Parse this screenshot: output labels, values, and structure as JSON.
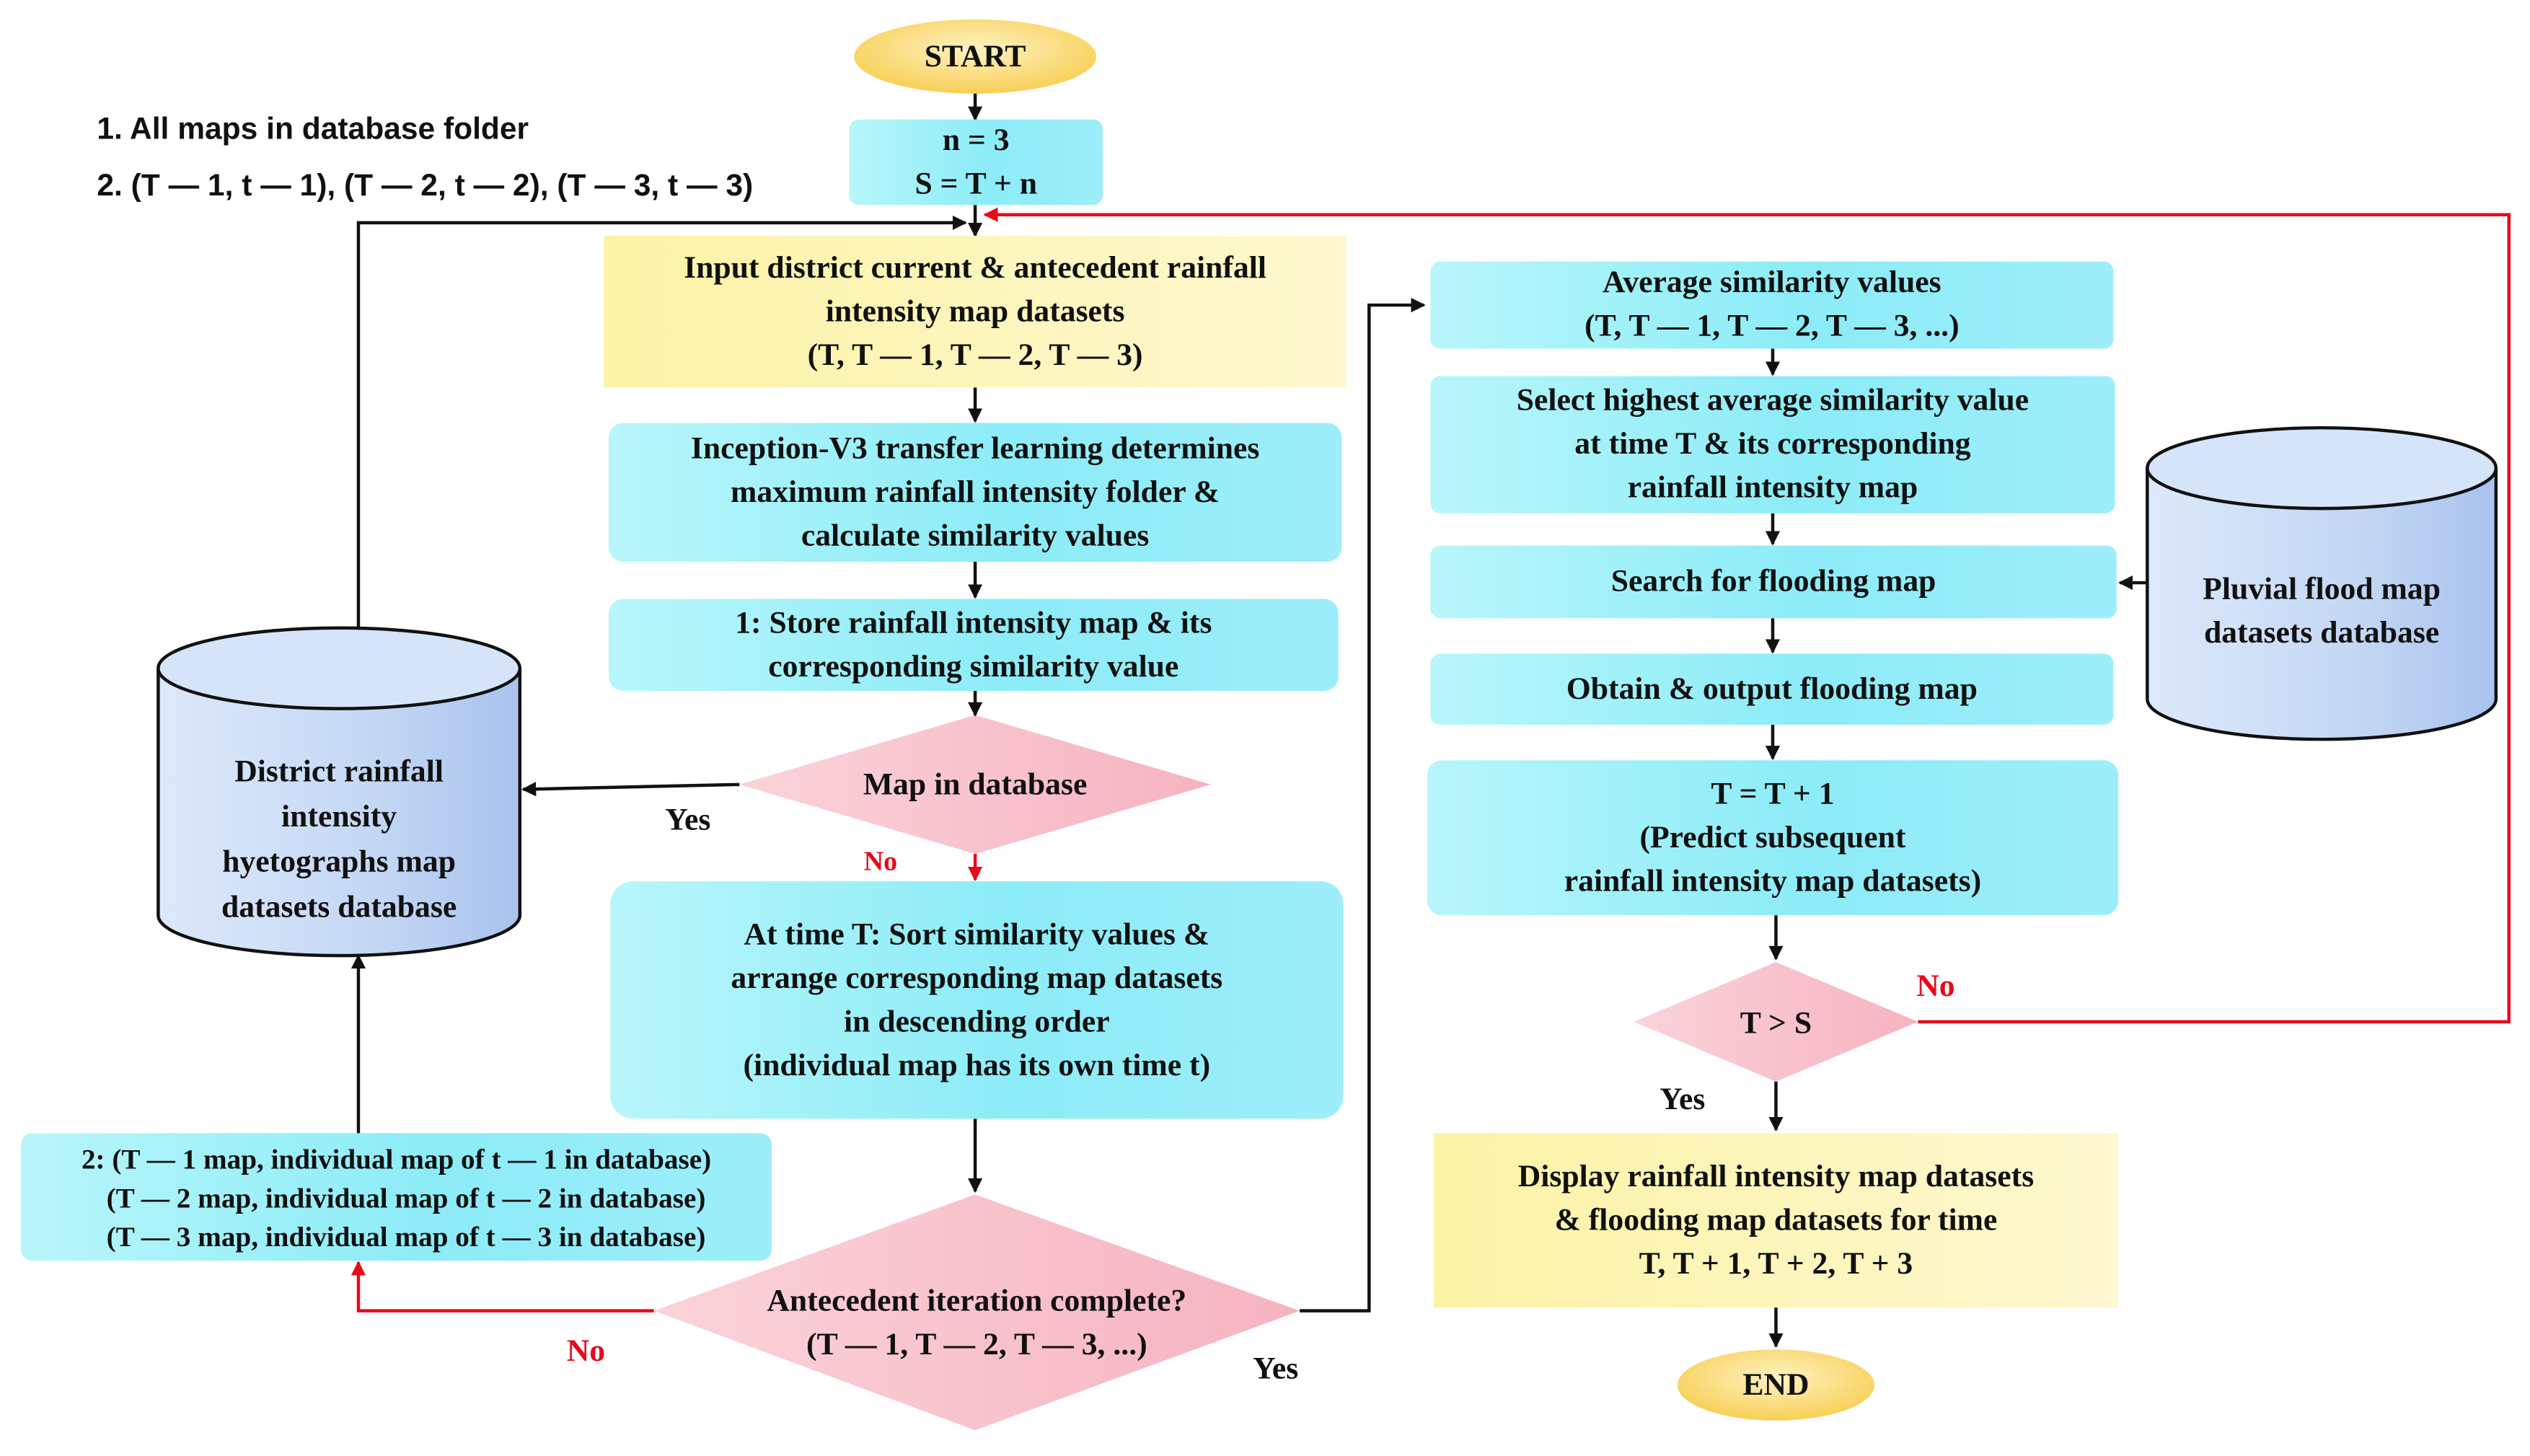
{
  "notes": {
    "line1": "1. All maps in database folder",
    "line2": "2. (T — 1, t — 1), (T — 2, t — 2), (T — 3, t — 3)"
  },
  "start": "START",
  "end": "END",
  "init": {
    "line1": "n  =  3",
    "line2": "S  =  T +  n"
  },
  "input_box": {
    "line1": "Input district current  & antecedent rainfall",
    "line2": "intensity map datasets",
    "line3": "(T, T — 1, T — 2, T — 3)"
  },
  "inception_box": {
    "line1": "Inception-V3 transfer learning determines",
    "line2": "maximum rainfall intensity folder &",
    "line3": "calculate similarity values"
  },
  "store_box": {
    "line1": "1: Store rainfall intensity map & its",
    "line2": "corresponding similarity value"
  },
  "decision_map": "Map in database",
  "sort_box": {
    "line1": "At time T: Sort similarity values  &",
    "line2": "arrange corresponding map datasets",
    "line3": "in descending order",
    "line4": "(individual map has its own time t)"
  },
  "decision_iter": {
    "line1": "Antecedent iteration complete?",
    "line2": "(T — 1, T — 2, T — 3, ...)"
  },
  "step2_box": {
    "line1": "2: (T — 1 map, individual map of t — 1 in database)",
    "line2": "(T — 2 map, individual map of t — 2 in database)",
    "line3": "(T — 3 map, individual map of t — 3 in database)"
  },
  "district_db": {
    "line1": "District  rainfall",
    "line2": "intensity",
    "line3": "hyetographs  map",
    "line4": "datasets database"
  },
  "avg_box": {
    "line1": "Average similarity values",
    "line2": "(T, T — 1, T — 2, T — 3, ...)"
  },
  "select_box": {
    "line1": "Select highest average similarity value",
    "line2": "at time T & its corresponding",
    "line3": "rainfall intensity map"
  },
  "search_box": "Search for flooding map",
  "obtain_box": "Obtain & output flooding map",
  "predict_box": {
    "line1": "T  =  T + 1",
    "line2": "(Predict subsequent",
    "line3": "rainfall intensity map datasets)"
  },
  "decision_ts": "T  >  S",
  "display_box": {
    "line1": "Display rainfall intensity map datasets",
    "line2": "& flooding map datasets for time",
    "line3": "T, T + 1, T + 2, T + 3"
  },
  "pluvial_db": {
    "line1": "Pluvial flood map",
    "line2": "datasets database"
  },
  "labels": {
    "yes_map": "Yes",
    "no_map": "No",
    "no_iter": "No",
    "yes_iter": "Yes",
    "no_ts": "No",
    "yes_ts": "Yes"
  },
  "colors": {
    "process_cyan": "#9deefa",
    "input_yellow": "#fdf6b8",
    "terminal_orange": "#fbd76a",
    "decision_pink": "#f8c1cb",
    "database_blue": "#b7cef0",
    "loop_red": "#e8091b"
  }
}
